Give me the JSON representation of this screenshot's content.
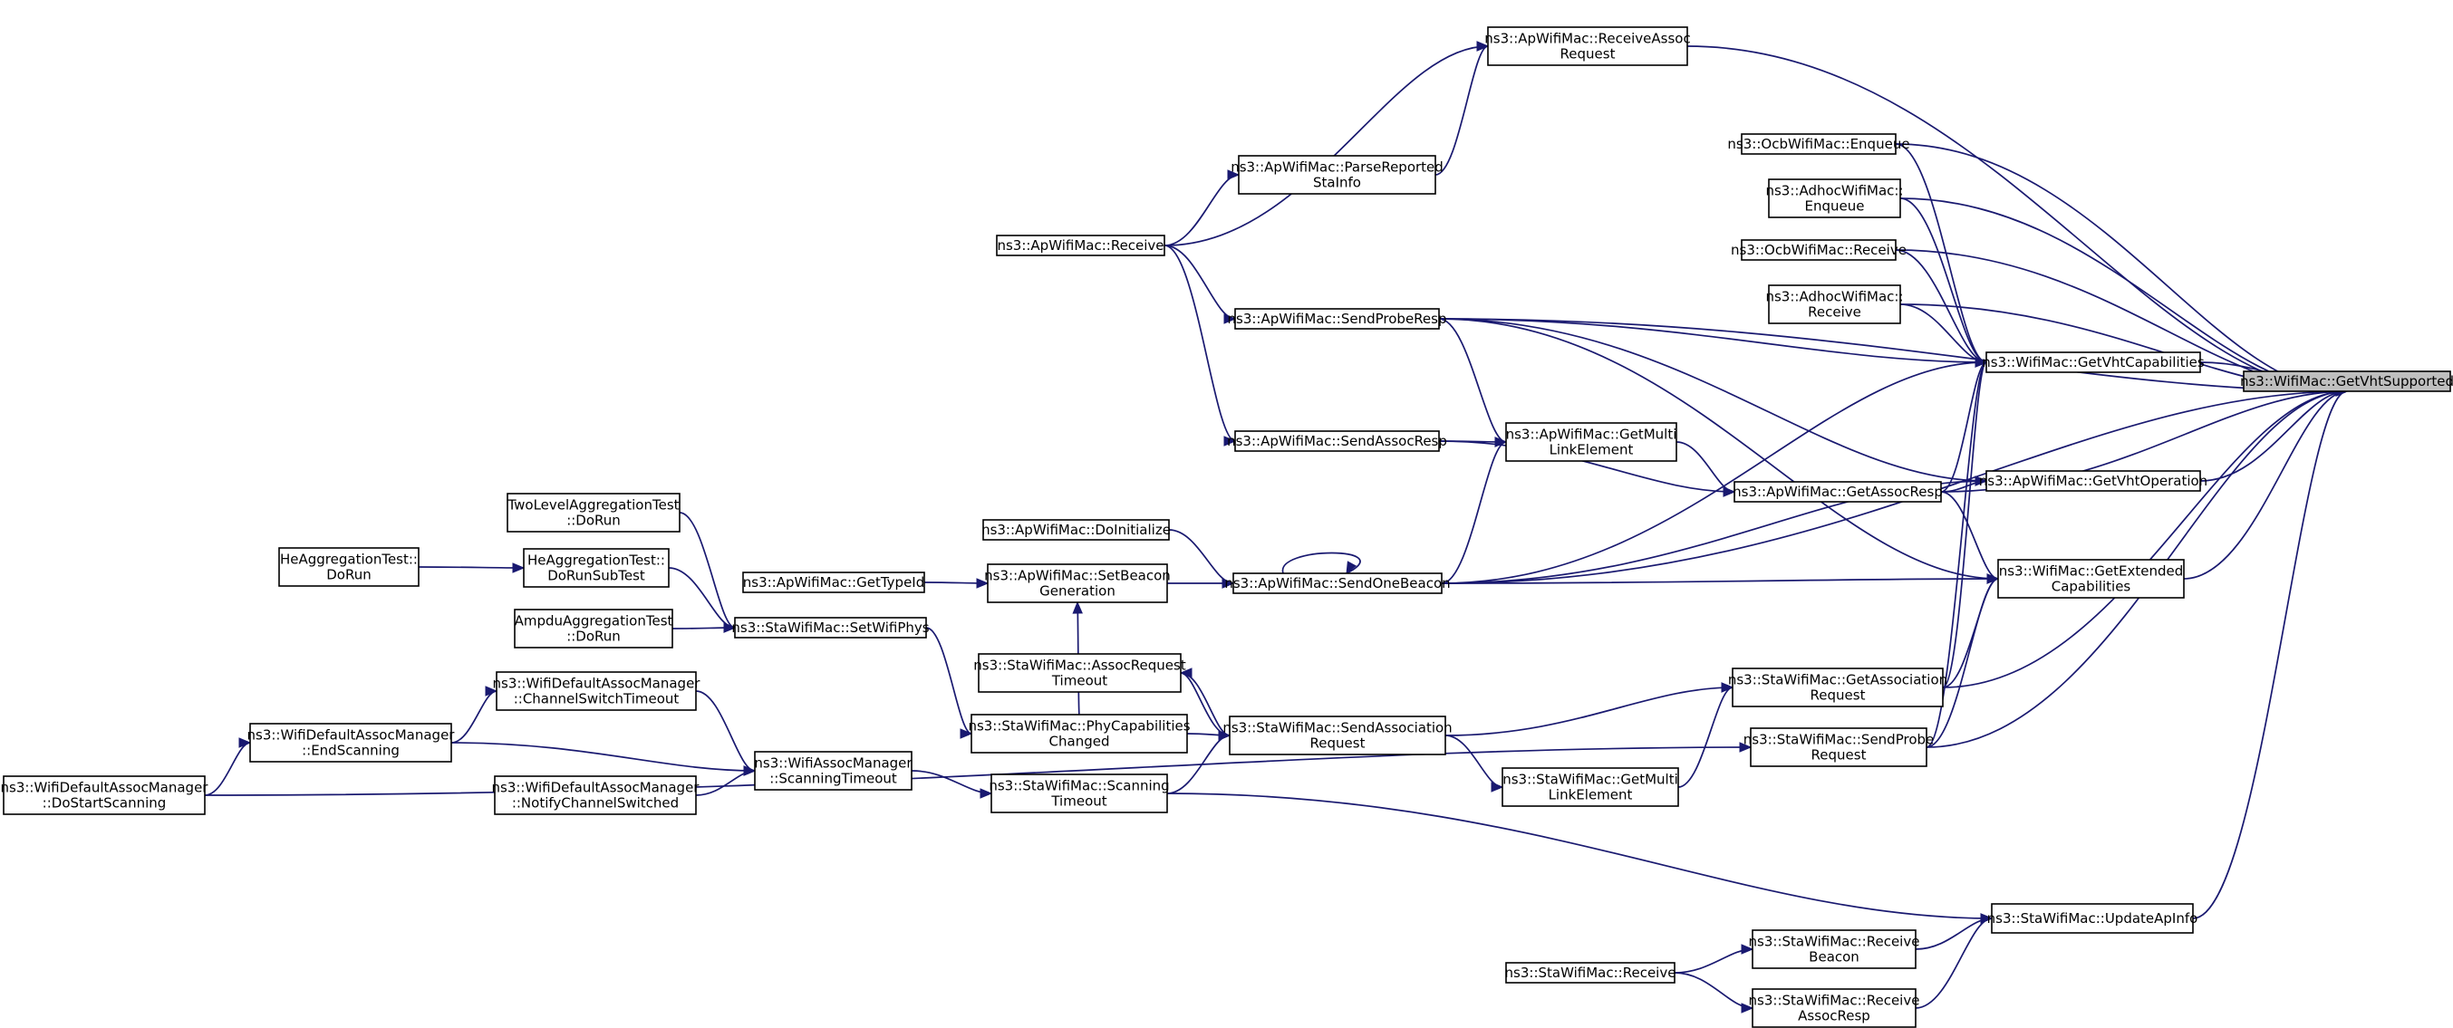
{
  "graph": {
    "root": "ns3::WifiMac::GetVhtSupported",
    "colors": {
      "edge": "#191970",
      "node_border": "#000000",
      "root_fill": "#bfbfbf",
      "node_fill": "#ffffff"
    },
    "nodes": {
      "n0": {
        "lines": [
          "ns3::WifiMac::GetVhtSupported"
        ]
      },
      "n1": {
        "lines": [
          "ns3::ApWifiMac::ReceiveAssoc",
          "Request"
        ]
      },
      "n2": {
        "lines": [
          "ns3::OcbWifiMac::Enqueue"
        ]
      },
      "n3": {
        "lines": [
          "ns3::AdhocWifiMac::",
          "Enqueue"
        ]
      },
      "n4": {
        "lines": [
          "ns3::OcbWifiMac::Receive"
        ]
      },
      "n5": {
        "lines": [
          "ns3::AdhocWifiMac::",
          "Receive"
        ]
      },
      "n6": {
        "lines": [
          "ns3::ApWifiMac::ParseReported",
          "StaInfo"
        ]
      },
      "n7": {
        "lines": [
          "ns3::ApWifiMac::Receive"
        ]
      },
      "n8": {
        "lines": [
          "ns3::ApWifiMac::SendProbeResp"
        ]
      },
      "n9": {
        "lines": [
          "ns3::WifiMac::GetVhtCapabilities"
        ]
      },
      "n10": {
        "lines": [
          "ns3::ApWifiMac::SendAssocResp"
        ]
      },
      "n11": {
        "lines": [
          "ns3::ApWifiMac::GetMulti",
          "LinkElement"
        ]
      },
      "n12": {
        "lines": [
          "ns3::ApWifiMac::GetAssocResp"
        ]
      },
      "n13": {
        "lines": [
          "ns3::ApWifiMac::GetVhtOperation"
        ]
      },
      "n14": {
        "lines": [
          "ns3::ApWifiMac::DoInitialize"
        ]
      },
      "n15": {
        "lines": [
          "TwoLevelAggregationTest",
          "::DoRun"
        ]
      },
      "n16": {
        "lines": [
          "HeAggregationTest::",
          "DoRun"
        ]
      },
      "n17": {
        "lines": [
          "HeAggregationTest::",
          "DoRunSubTest"
        ]
      },
      "n18": {
        "lines": [
          "ns3::ApWifiMac::GetTypeId"
        ]
      },
      "n19": {
        "lines": [
          "ns3::ApWifiMac::SetBeacon",
          "Generation"
        ]
      },
      "n20": {
        "lines": [
          "ns3::ApWifiMac::SendOneBeacon"
        ]
      },
      "n21": {
        "lines": [
          "ns3::WifiMac::GetExtended",
          "Capabilities"
        ]
      },
      "n22": {
        "lines": [
          "AmpduAggregationTest",
          "::DoRun"
        ]
      },
      "n23": {
        "lines": [
          "ns3::StaWifiMac::SetWifiPhys"
        ]
      },
      "n24": {
        "lines": [
          "ns3::StaWifiMac::AssocRequest",
          "Timeout"
        ]
      },
      "n25": {
        "lines": [
          "ns3::StaWifiMac::GetAssociation",
          "Request"
        ]
      },
      "n26": {
        "lines": [
          "ns3::WifiDefaultAssocManager",
          "::ChannelSwitchTimeout"
        ]
      },
      "n27": {
        "lines": [
          "ns3::WifiDefaultAssocManager",
          "::EndScanning"
        ]
      },
      "n28": {
        "lines": [
          "ns3::StaWifiMac::PhyCapabilities",
          "Changed"
        ]
      },
      "n29": {
        "lines": [
          "ns3::StaWifiMac::SendAssociation",
          "Request"
        ]
      },
      "n30": {
        "lines": [
          "ns3::StaWifiMac::SendProbe",
          "Request"
        ]
      },
      "n31": {
        "lines": [
          "ns3::WifiAssocManager",
          "::ScanningTimeout"
        ]
      },
      "n32": {
        "lines": [
          "ns3::WifiDefaultAssocManager",
          "::DoStartScanning"
        ]
      },
      "n33": {
        "lines": [
          "ns3::WifiDefaultAssocManager",
          "::NotifyChannelSwitched"
        ]
      },
      "n34": {
        "lines": [
          "ns3::StaWifiMac::Scanning",
          "Timeout"
        ]
      },
      "n35": {
        "lines": [
          "ns3::StaWifiMac::GetMulti",
          "LinkElement"
        ]
      },
      "n36": {
        "lines": [
          "ns3::StaWifiMac::UpdateApInfo"
        ]
      },
      "n37": {
        "lines": [
          "ns3::StaWifiMac::Receive",
          "Beacon"
        ]
      },
      "n38": {
        "lines": [
          "ns3::StaWifiMac::Receive"
        ]
      },
      "n39": {
        "lines": [
          "ns3::StaWifiMac::Receive",
          "AssocResp"
        ]
      }
    },
    "edges": [
      [
        "n1",
        "n0"
      ],
      [
        "n2",
        "n0"
      ],
      [
        "n3",
        "n0"
      ],
      [
        "n4",
        "n0"
      ],
      [
        "n5",
        "n0"
      ],
      [
        "n8",
        "n0"
      ],
      [
        "n9",
        "n0"
      ],
      [
        "n12",
        "n0"
      ],
      [
        "n13",
        "n0"
      ],
      [
        "n20",
        "n0"
      ],
      [
        "n21",
        "n0"
      ],
      [
        "n25",
        "n0"
      ],
      [
        "n30",
        "n0"
      ],
      [
        "n36",
        "n0"
      ],
      [
        "n6",
        "n1"
      ],
      [
        "n7",
        "n1"
      ],
      [
        "n7",
        "n6"
      ],
      [
        "n7",
        "n8"
      ],
      [
        "n7",
        "n10"
      ],
      [
        "n2",
        "n9"
      ],
      [
        "n3",
        "n9"
      ],
      [
        "n4",
        "n9"
      ],
      [
        "n5",
        "n9"
      ],
      [
        "n8",
        "n9"
      ],
      [
        "n12",
        "n9"
      ],
      [
        "n20",
        "n9"
      ],
      [
        "n25",
        "n9"
      ],
      [
        "n30",
        "n9"
      ],
      [
        "n8",
        "n11"
      ],
      [
        "n20",
        "n11"
      ],
      [
        "n10",
        "n11"
      ],
      [
        "n10",
        "n12"
      ],
      [
        "n11",
        "n12"
      ],
      [
        "n8",
        "n13"
      ],
      [
        "n12",
        "n13"
      ],
      [
        "n20",
        "n13"
      ],
      [
        "n8",
        "n21"
      ],
      [
        "n12",
        "n21"
      ],
      [
        "n20",
        "n21"
      ],
      [
        "n25",
        "n21"
      ],
      [
        "n30",
        "n21"
      ],
      [
        "n14",
        "n20"
      ],
      [
        "n19",
        "n20"
      ],
      [
        "n20",
        "n20"
      ],
      [
        "n18",
        "n19"
      ],
      [
        "n28",
        "n19"
      ],
      [
        "n15",
        "n23"
      ],
      [
        "n17",
        "n23"
      ],
      [
        "n16",
        "n17"
      ],
      [
        "n22",
        "n23"
      ],
      [
        "n23",
        "n28"
      ],
      [
        "n29",
        "n24"
      ],
      [
        "n24",
        "n29"
      ],
      [
        "n28",
        "n29"
      ],
      [
        "n34",
        "n29"
      ],
      [
        "n29",
        "n25"
      ],
      [
        "n29",
        "n35"
      ],
      [
        "n35",
        "n25"
      ],
      [
        "n26",
        "n31"
      ],
      [
        "n27",
        "n26"
      ],
      [
        "n32",
        "n27"
      ],
      [
        "n27",
        "n31"
      ],
      [
        "n33",
        "n31"
      ],
      [
        "n31",
        "n34"
      ],
      [
        "n32",
        "n30"
      ],
      [
        "n34",
        "n36"
      ],
      [
        "n37",
        "n36"
      ],
      [
        "n39",
        "n36"
      ],
      [
        "n38",
        "n37"
      ],
      [
        "n38",
        "n39"
      ]
    ]
  }
}
